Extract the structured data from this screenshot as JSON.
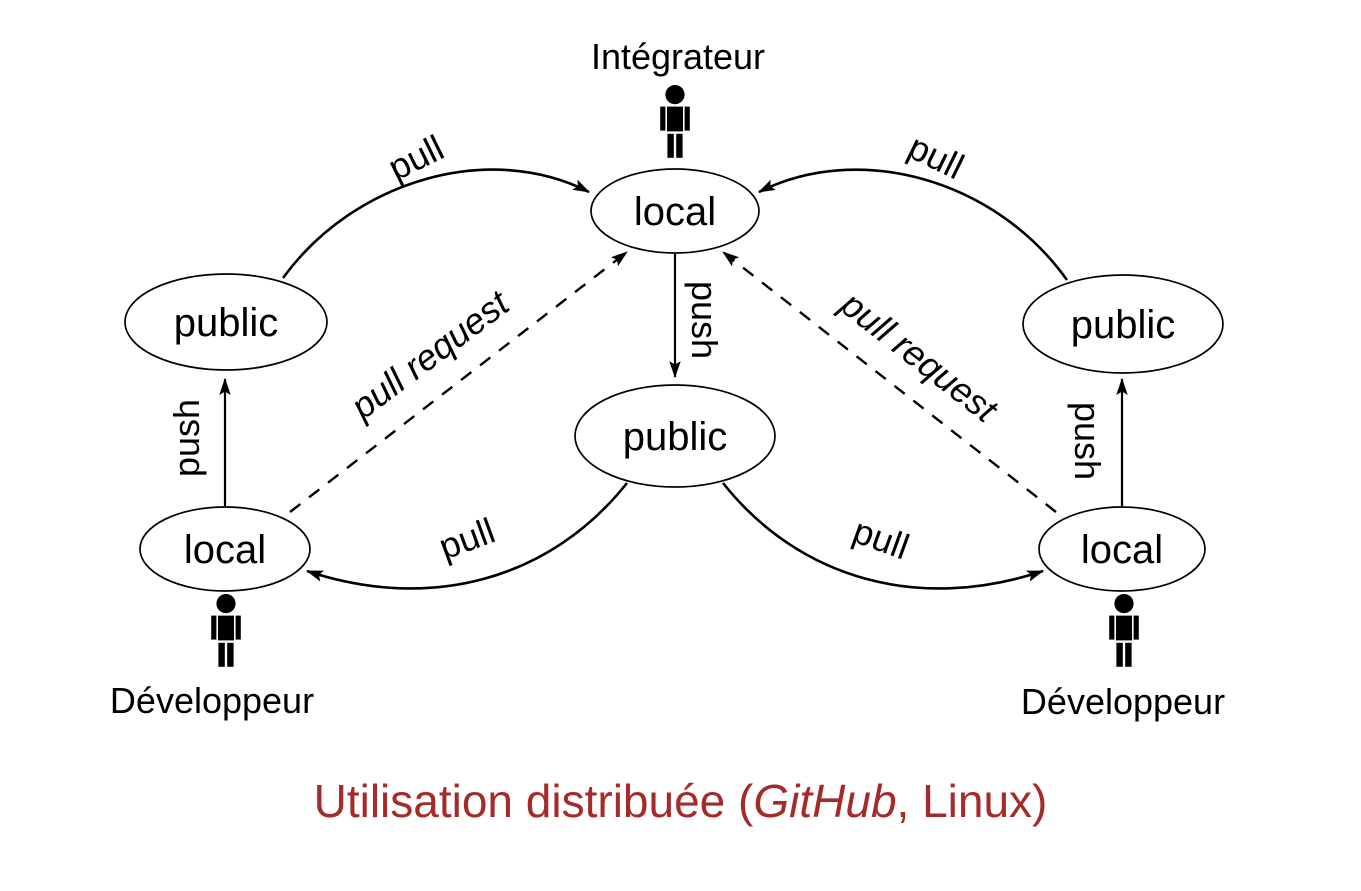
{
  "diagram": {
    "actors": {
      "integrator": "Intégrateur",
      "developer_left": "Développeur",
      "developer_right": "Développeur"
    },
    "nodes": {
      "top_local": "local",
      "left_public": "public",
      "right_public": "public",
      "center_public": "public",
      "left_local": "local",
      "right_local": "local"
    },
    "edges": {
      "pull_top_left": "pull",
      "pull_top_right": "pull",
      "push_center": "push",
      "push_left": "push",
      "push_right": "push",
      "pull_bottom_left": "pull",
      "pull_bottom_right": "pull",
      "pull_request_left": "pull request",
      "pull_request_right": "pull request"
    }
  },
  "caption": {
    "prefix": "Utilisation distribuée (",
    "italic": "GitHub",
    "suffix": ", Linux)"
  },
  "colors": {
    "ink": "#000000",
    "background": "#FFFFFF",
    "caption": "#A52A2A"
  }
}
